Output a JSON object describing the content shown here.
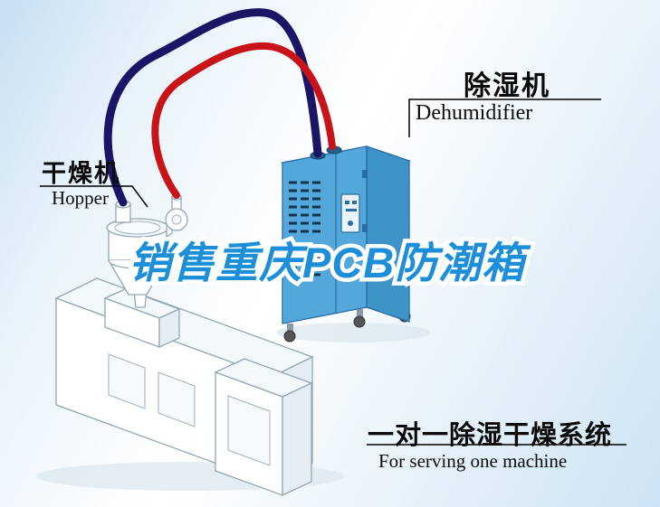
{
  "labels": {
    "dehumidifier": {
      "zh": "除湿机",
      "en": "Dehumidifier"
    },
    "hopper": {
      "zh": "干燥机",
      "en": "Hopper"
    },
    "watermark": "销售重庆PCB防潮箱",
    "system": {
      "zh": "一对一除湿干燥系统",
      "en": "For serving one machine"
    }
  },
  "colors": {
    "watermark_blue": "#1c8fd8",
    "pipe_red": "#c81318",
    "pipe_navy": "#1b1566",
    "cabinet_front": "#54a7da",
    "cabinet_side": "#3e93c9",
    "cabinet_top": "#b6dbf0",
    "cabinet_panel": "#e9f3fa"
  }
}
